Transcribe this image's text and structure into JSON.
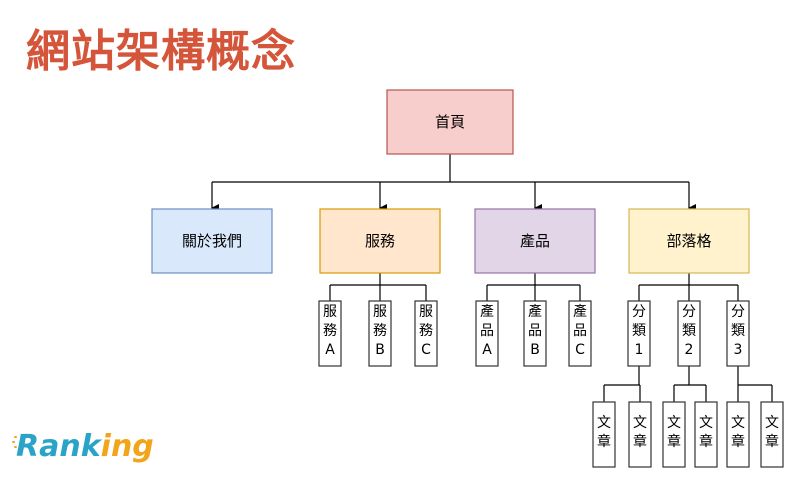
{
  "title": "網站架構概念",
  "colors": {
    "title": "#d4553a",
    "connector": "#000000",
    "home_fill": "#f8cecc",
    "home_stroke": "#b85450",
    "about_fill": "#dae8fc",
    "about_stroke": "#6c8ebf",
    "services_fill": "#ffe6cc",
    "services_stroke": "#d79b00",
    "products_fill": "#e1d5e7",
    "products_stroke": "#9673a6",
    "blog_fill": "#fff2cc",
    "blog_stroke": "#d6b656",
    "leaf_fill": "#ffffff",
    "leaf_stroke": "#333333",
    "logo_primary": "#2aa3c9",
    "logo_accent": "#f2a51a"
  },
  "tree": {
    "root": {
      "id": "home",
      "label": "首頁"
    },
    "sections": [
      {
        "id": "about",
        "label": "關於我們",
        "children": []
      },
      {
        "id": "services",
        "label": "服務",
        "children": [
          {
            "label": [
              "服",
              "務",
              "A"
            ]
          },
          {
            "label": [
              "服",
              "務",
              "B"
            ]
          },
          {
            "label": [
              "服",
              "務",
              "C"
            ]
          }
        ]
      },
      {
        "id": "products",
        "label": "產品",
        "children": [
          {
            "label": [
              "產",
              "品",
              "A"
            ]
          },
          {
            "label": [
              "產",
              "品",
              "B"
            ]
          },
          {
            "label": [
              "產",
              "品",
              "C"
            ]
          }
        ]
      },
      {
        "id": "blog",
        "label": "部落格",
        "children": [
          {
            "label": [
              "分",
              "類",
              "1"
            ],
            "children": [
              {
                "label": [
                  "文",
                  "章"
                ]
              },
              {
                "label": [
                  "文",
                  "章"
                ]
              }
            ]
          },
          {
            "label": [
              "分",
              "類",
              "2"
            ],
            "children": [
              {
                "label": [
                  "文",
                  "章"
                ]
              },
              {
                "label": [
                  "文",
                  "章"
                ]
              }
            ]
          },
          {
            "label": [
              "分",
              "類",
              "3"
            ],
            "children": [
              {
                "label": [
                  "文",
                  "章"
                ]
              },
              {
                "label": [
                  "文",
                  "章"
                ]
              }
            ]
          }
        ]
      }
    ]
  },
  "logo": {
    "part1": "Rank",
    "part2": "ing"
  }
}
